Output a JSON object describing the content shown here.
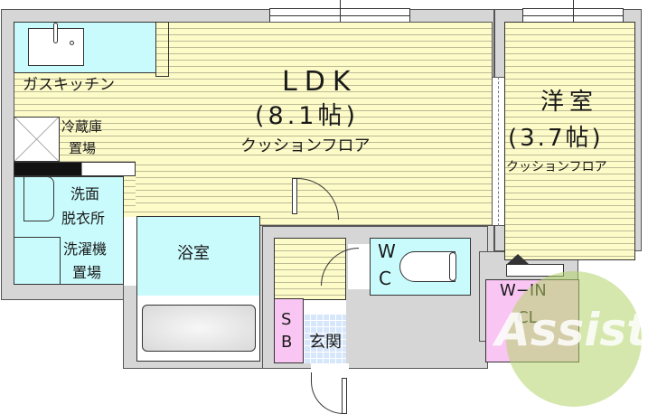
{
  "floorplan": {
    "rooms": {
      "ldk": {
        "name": "LDK",
        "size": "(8.1帖)",
        "floor": "クッションフロア"
      },
      "western": {
        "name": "洋室",
        "size": "(3.7帖)",
        "floor": "クッションフロア"
      },
      "kitchen": {
        "name": "ガスキッチン"
      },
      "fridge": {
        "line1": "冷蔵庫",
        "line2": "置場"
      },
      "washroom": {
        "line1": "洗面",
        "line2": "脱衣所"
      },
      "washer": {
        "line1": "洗濯機",
        "line2": "置場"
      },
      "bath": {
        "name": "浴室"
      },
      "wc": {
        "line1": "W",
        "line2": "C"
      },
      "shoebox": {
        "line1": "S",
        "line2": "B"
      },
      "entrance": {
        "name": "玄関"
      },
      "walkin": {
        "line1": "W−IN",
        "line2": "CL"
      }
    },
    "watermark": {
      "text": "Assist",
      "color": "#b5d46a"
    },
    "colors": {
      "wall": "#d6d6d6",
      "floor": "#fdfbc8",
      "wet_area": "#c9fbfd",
      "storage": "#f9c6f3",
      "entrance_tile": "#d6e6fb"
    }
  }
}
